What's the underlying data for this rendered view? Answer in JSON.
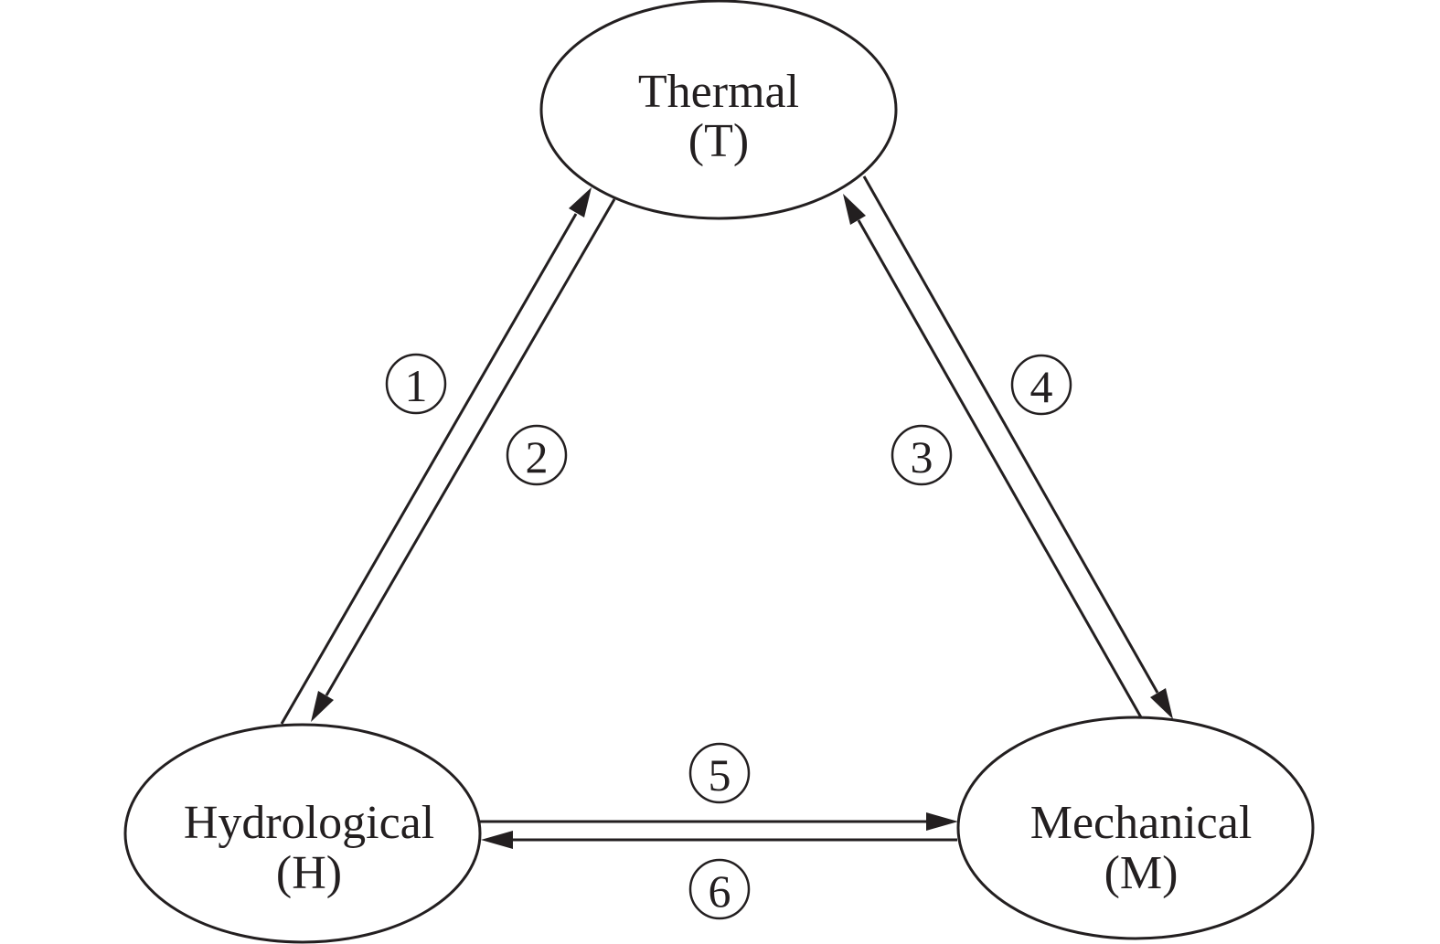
{
  "diagram": {
    "type": "coupling-triangle",
    "nodes": [
      {
        "id": "T",
        "name": "Thermal",
        "abbr": "(T)"
      },
      {
        "id": "H",
        "name": "Hydrological",
        "abbr": "(H)"
      },
      {
        "id": "M",
        "name": "Mechanical",
        "abbr": "(M)"
      }
    ],
    "edges": [
      {
        "label": "1",
        "from": "H",
        "to": "T"
      },
      {
        "label": "2",
        "from": "T",
        "to": "H"
      },
      {
        "label": "3",
        "from": "M",
        "to": "T"
      },
      {
        "label": "4",
        "from": "T",
        "to": "M"
      },
      {
        "label": "5",
        "from": "H",
        "to": "M"
      },
      {
        "label": "6",
        "from": "M",
        "to": "H"
      }
    ],
    "colors": {
      "stroke": "#231f20",
      "background": "#ffffff"
    }
  }
}
